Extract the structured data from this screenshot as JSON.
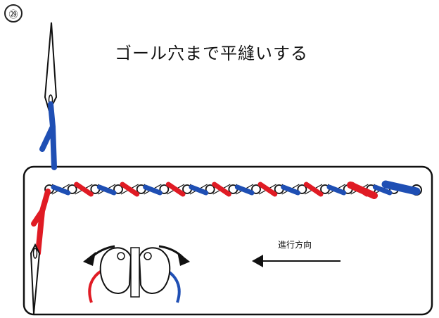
{
  "step_number": "㉙",
  "title": "ゴール穴まで平縫いする",
  "direction_label": "進行方向",
  "colors": {
    "thread_left": "#e01b24",
    "thread_right": "#1f4fb4",
    "outline": "#111111"
  },
  "icons": [
    "needle-icon",
    "arrow-left-icon",
    "hands-icon"
  ]
}
